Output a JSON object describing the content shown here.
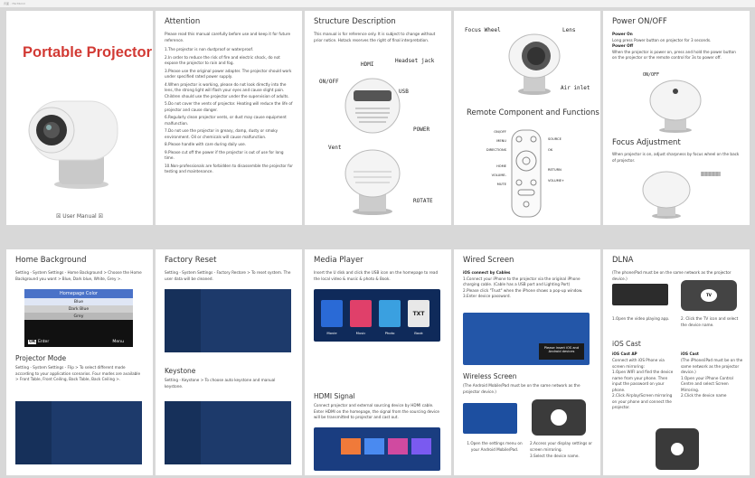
{
  "page_header": "背面 · 76x76mm",
  "cover": {
    "title": "Portable Projector",
    "manual": "☒ User Manual ☒"
  },
  "attention": {
    "title": "Attention",
    "intro": "Please read this manual carefully before use and keep it for future reference.",
    "items": [
      "1.The projector is non dustproof or waterproof.",
      "2.In order to reduce the risk of fire and electric shock, do not expose the projector to rain and fog.",
      "3.Please use the original power adapter. The projector should work under specified rated power supply.",
      "4.When projector is working, please do not look directly into the lens, the strong light will flash your eyes and cause slight pain. Children should use the projector under the supervision of adults.",
      "5.Do not cover the vents of projector. Heating will reduce the life of projector and cause danger.",
      "6.Regularly clean projector vents, or dust may cause equipment malfunction.",
      "7.Do not use the projector in greasy, damp, dusty or smoky environment. Oil or chemicals will cause malfunction.",
      "8.Please handle with care during daily use.",
      "9.Please cut off the power if the projector is out of use for long time.",
      "10.Non-professionals are forbidden to disassemble the projector for testing and maintenance."
    ]
  },
  "structure": {
    "title": "Structure Description",
    "intro": "This manual is for reference only. It is subject to change without prior notice. Hotack reserves the right of final interpretation.",
    "labels": {
      "hdmi": "HDMI",
      "headset": "Headset jack",
      "onoff": "ON/OFF",
      "usb": "USB",
      "power": "POWER",
      "vent": "Vent",
      "rotate": "ROTATE"
    }
  },
  "lens": {
    "focus": "Focus Wheel",
    "lens": "Lens",
    "air": "Air inlet",
    "remote_title": "Remote Component and Functions",
    "remote_left": [
      "ON/OFF",
      "MENU",
      "DIRECTIONS",
      "HOME",
      "VOLUME-",
      "MUTE"
    ],
    "remote_right": [
      "SOURCE",
      "OK",
      "RETURN",
      "VOLUME+"
    ]
  },
  "power": {
    "title": "Power ON/OFF",
    "on_h": "Power On",
    "on_t": "Long press Power button on projector for 3 seconds.",
    "off_h": "Power Off",
    "off_t": "When the projector is power on, press and hold the power button on the projector or the remote control for 3s to power off.",
    "onoff": "ON/OFF",
    "focus_title": "Focus Adjustment",
    "focus_t": "When projector is on, adjust sharpness by focus wheel on the back of projector."
  },
  "home_bg": {
    "title": "Home Background",
    "text": "Setting - System Settings - Home Background > Choose the Home Background you want > Blue, Dark blue, White, Grey >.",
    "menu_title": "Homepage Color",
    "options": [
      "Blue",
      "Dark Blue",
      "Grey"
    ],
    "ok": "OK",
    "enter": "Enter",
    "menu": "Menu",
    "mode_title": "Projector Mode",
    "mode_text": "Setting - System Settings - Flip > To select different mode according to your application scenarios. Four modes are available > Front Table, Front Ceiling, Back Table, Back Ceiling >."
  },
  "factory": {
    "title": "Factory Reset",
    "text": "Setting - System Settings - Factory Restore > To reset system. The user data will be cleaned.",
    "key_title": "Keystone",
    "key_text": "Setting - Keystone > To choose auto keystone and manual keystone."
  },
  "media": {
    "title": "Media Player",
    "text": "Insert the U disk and click the USB icon on the homepage to read the local video & music & photo & Book.",
    "icons": [
      "Movie",
      "Music",
      "Photo",
      "Book"
    ],
    "txt": "TXT",
    "hdmi_title": "HDMI Signal",
    "hdmi_text": "Connect projector and external sourcing device by HDMI cable. Enter HDMI on the homepage, the signal from the sourcing device will be transmitted to projector and cast out."
  },
  "wired": {
    "title": "Wired Screen",
    "sub": "iOS connect by Cables",
    "text": "1.Connect your iPhone to the projector via the original iPhone charging cable. (Cable has a USB port and Lighting Port)\n2.Please click \"Trust\" when the iPhone shows a pop-up window.\n3.Enter device password.",
    "note": "Please insert iOS and Android devices",
    "wireless_title": "Wireless Screen",
    "wireless_text": "(The Android Mobile/Pad must be on the same network as the projector device.)",
    "step1": "1.Open the settings menu on your Android Mobile/Pad.",
    "step2": "2.Access your display settings or screen mirroring.",
    "step3": "3.Select the device name."
  },
  "dlna": {
    "title": "DLNA",
    "text": "(The phone/Pad must be on the same network as the projector device.)",
    "s1": "1.Open the video playing app.",
    "s2": "2. Click the TV icon and select the device name.",
    "tv": "TV",
    "ios_title": "iOS Cast",
    "ap_h": "iOS Cast AP",
    "ap_t": "Connect with iOS Phone via screen mirroring:\n1.Open WIFI and find the device name from your phone. Then input the password on your phone.\n2.Click Airplay/Screen mirroring on your phone and connect the projector.",
    "cast_h": "iOS Cast",
    "cast_t": "(The iPhone/iPad must be on the same network as the projector device.)\n1.Open your iPhone Control Centre and select Screen Mirroring.\n2.Click the device name"
  }
}
